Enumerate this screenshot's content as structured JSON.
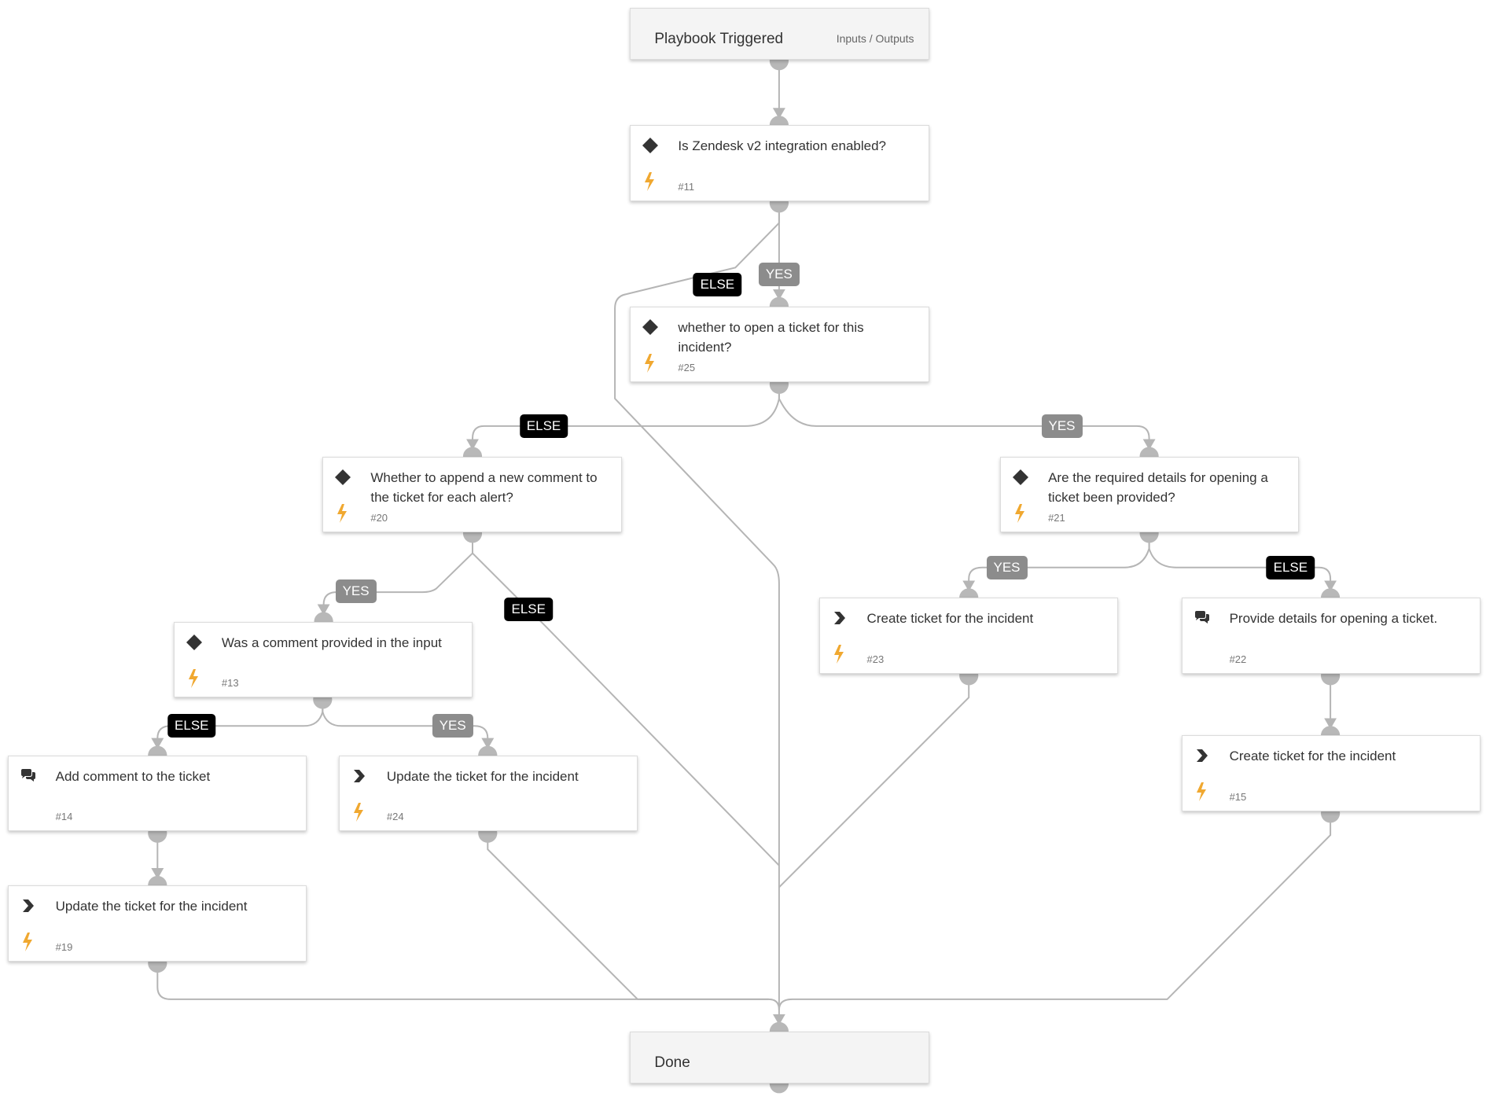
{
  "nodes": {
    "start": {
      "title": "Playbook Triggered",
      "io_label": "Inputs / Outputs"
    },
    "t11": {
      "title": "Is Zendesk v2 integration enabled?",
      "number": "#11",
      "kind": "condition"
    },
    "t25": {
      "title": "whether to open a ticket for this incident?",
      "number": "#25",
      "kind": "condition"
    },
    "t20": {
      "title": "Whether to append a new comment to the ticket for each alert?",
      "number": "#20",
      "kind": "condition"
    },
    "t21": {
      "title": "Are the required details for opening a ticket been provided?",
      "number": "#21",
      "kind": "condition"
    },
    "t13": {
      "title": "Was a comment provided in the input",
      "number": "#13",
      "kind": "condition"
    },
    "t23": {
      "title": "Create ticket for the incident",
      "number": "#23",
      "kind": "action"
    },
    "t22": {
      "title": "Provide details for opening a ticket.",
      "number": "#22",
      "kind": "communication"
    },
    "t14": {
      "title": "Add comment to the ticket",
      "number": "#14",
      "kind": "communication"
    },
    "t24": {
      "title": "Update the ticket for the incident",
      "number": "#24",
      "kind": "action"
    },
    "t15": {
      "title": "Create ticket for the incident",
      "number": "#15",
      "kind": "action"
    },
    "t19": {
      "title": "Update the ticket for the incident",
      "number": "#19",
      "kind": "action"
    },
    "done": {
      "title": "Done"
    }
  },
  "branch_labels": {
    "yes": "YES",
    "else": "ELSE"
  },
  "icons": {
    "condition": "diamond-icon",
    "action": "chevron-right-icon",
    "communication": "chat-bubbles-icon",
    "automation": "lightning-bolt-icon"
  },
  "colors": {
    "connector": "#b5b5b5",
    "yes_badge": "#8c8c8c",
    "else_badge": "#000000",
    "bolt": "#f0a830"
  }
}
